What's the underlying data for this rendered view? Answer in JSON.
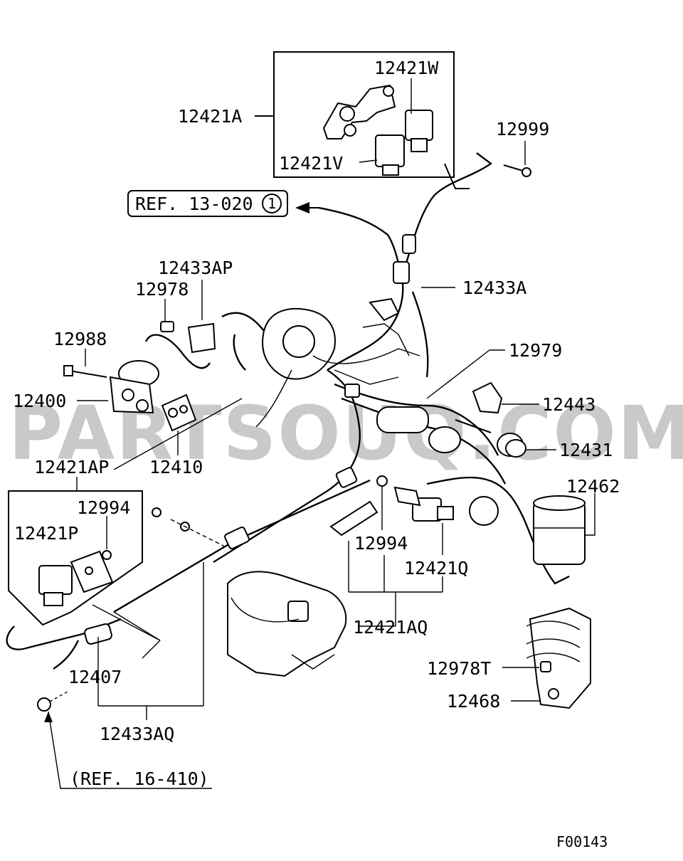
{
  "watermark": "PARTSOUQ.COM",
  "figure_code": "F00143",
  "refs": {
    "ref_13_020": "REF. 13-020",
    "ref_13_020_circle": "1",
    "ref_16_410": "(REF. 16-410)"
  },
  "labels": {
    "p12421A": "12421A",
    "p12421W": "12421W",
    "p12421V": "12421V",
    "p12999": "12999",
    "p12433AP": "12433AP",
    "p12978": "12978",
    "p12433A": "12433A",
    "p12988": "12988",
    "p12979": "12979",
    "p12400": "12400",
    "p12443": "12443",
    "p12431": "12431",
    "p12421AP": "12421AP",
    "p12410": "12410",
    "p12462": "12462",
    "p12994_left": "12994",
    "p12421P": "12421P",
    "p12994_mid": "12994",
    "p12421Q": "12421Q",
    "p12421AQ": "12421AQ",
    "p12407": "12407",
    "p12978T": "12978T",
    "p12468": "12468",
    "p12433AQ": "12433AQ"
  }
}
